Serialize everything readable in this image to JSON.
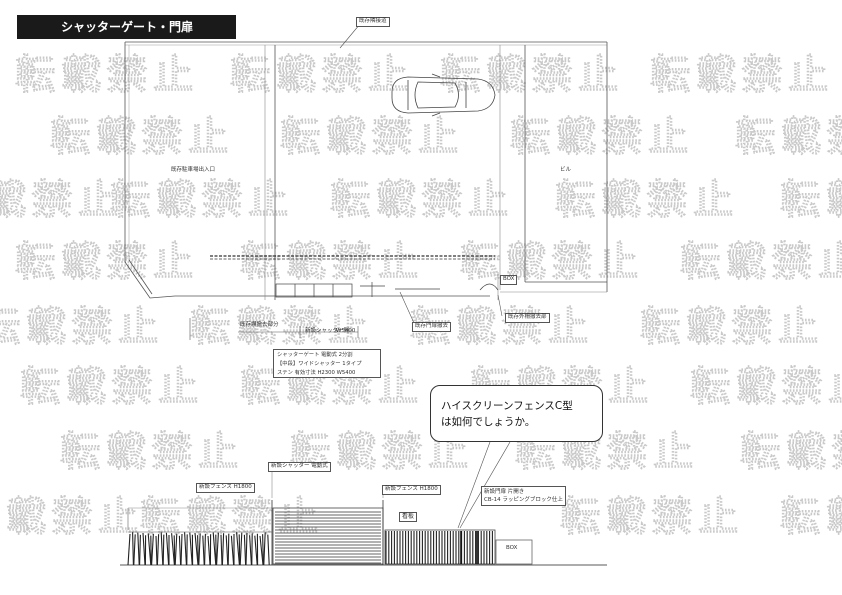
{
  "header": {
    "title": "シャッターゲート・門扉"
  },
  "watermark": {
    "text": "転載禁止"
  },
  "plan_labels": {
    "road_top": "既存隣接道",
    "left_parking": "既存駐車場出入口",
    "building": "ビル",
    "box": "BOX",
    "existing_note": "既存外柵撤去部",
    "demolish": "既存門扉撤去",
    "dim_left": "既存塀撤去部分",
    "dim_shutter": "W5400",
    "dim_shutter_label": "新設シャッター間"
  },
  "spec_box": {
    "lines": [
      "シャッターゲート 電動式 2分割",
      "【中段】ワイドシャッター 1タイプ",
      "ステン 有効寸法 H2300 W5400"
    ]
  },
  "callout": {
    "lines": [
      "ハイスクリーンフェンスC型",
      "は如何でしょうか。"
    ]
  },
  "elevation_labels": {
    "shutter": "新設シャッター 電動式",
    "fence_left": "新設フェンス H1800",
    "fence_right": "新設フェンス H1800",
    "gate_note_1": "新設門扉 片開き",
    "gate_note_2": "CB-14 ラッピングブロック仕上",
    "sign": "看板",
    "box": "BOX"
  },
  "colors": {
    "header_bg": "#1a1a1a",
    "header_text": "#ffffff",
    "watermark_stroke": "#c9c9c9"
  }
}
